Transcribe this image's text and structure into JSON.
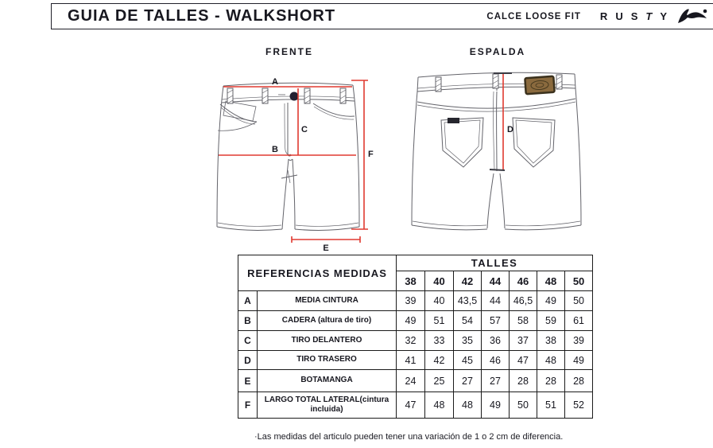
{
  "header": {
    "title": "GUIA DE TALLES - WALKSHORT",
    "fit_label": "CALCE LOOSE FIT",
    "brand_letters": [
      "R",
      "U",
      "S",
      "T",
      "Y"
    ],
    "brand_logo_icon": "rusty-swoosh-icon"
  },
  "diagrams": {
    "front_label": "FRENTE",
    "back_label": "ESPALDA",
    "measure_points": {
      "a": "A",
      "b": "B",
      "c": "C",
      "d": "D",
      "e": "E",
      "f": "F"
    }
  },
  "table": {
    "title": "REFERENCIAS MEDIDAS",
    "sizes_title": "TALLES",
    "sizes": [
      "38",
      "40",
      "42",
      "44",
      "46",
      "48",
      "50"
    ],
    "rows": [
      {
        "key": "A",
        "label": "MEDIA CINTURA",
        "values": [
          "39",
          "40",
          "43,5",
          "44",
          "46,5",
          "49",
          "50"
        ]
      },
      {
        "key": "B",
        "label": "CADERA (altura de tiro)",
        "values": [
          "49",
          "51",
          "54",
          "57",
          "58",
          "59",
          "61"
        ]
      },
      {
        "key": "C",
        "label": "TIRO DELANTERO",
        "values": [
          "32",
          "33",
          "35",
          "36",
          "37",
          "38",
          "39"
        ]
      },
      {
        "key": "D",
        "label": "TIRO TRASERO",
        "values": [
          "41",
          "42",
          "45",
          "46",
          "47",
          "48",
          "49"
        ]
      },
      {
        "key": "E",
        "label": "BOTAMANGA",
        "values": [
          "24",
          "25",
          "27",
          "27",
          "28",
          "28",
          "28"
        ]
      },
      {
        "key": "F",
        "label": "LARGO TOTAL LATERAL(cintura incluida)",
        "values": [
          "47",
          "48",
          "48",
          "49",
          "50",
          "51",
          "52"
        ]
      }
    ]
  },
  "footnote": "·Las medidas del articulo pueden tener una variación de 1 o 2 cm de diferencia.",
  "colors": {
    "accent_red": "#e03a30",
    "ink": "#17171f",
    "line_art": "#63636a",
    "patch_brown": "#8a6a3e"
  }
}
